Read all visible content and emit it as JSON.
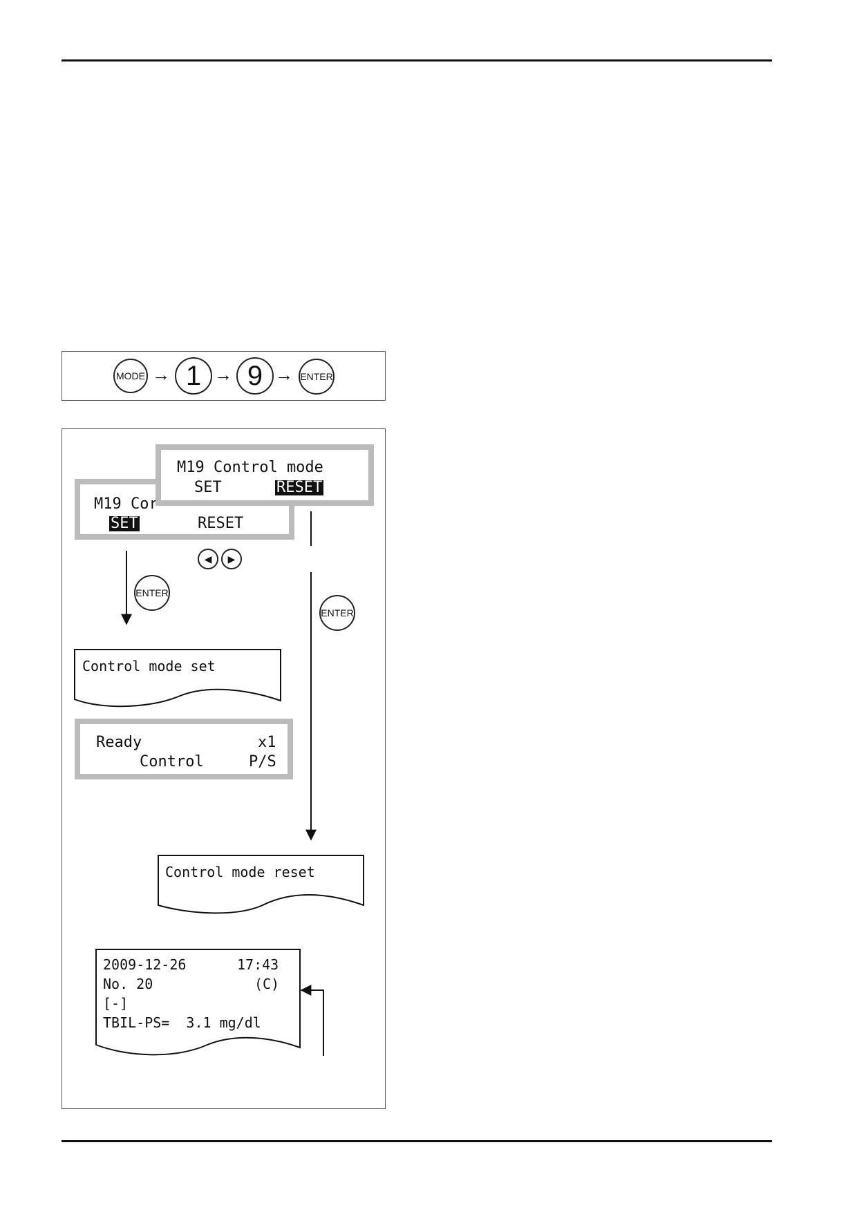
{
  "key_sequence": [
    {
      "kind": "small",
      "label": "MODE"
    },
    {
      "kind": "big",
      "label": "1"
    },
    {
      "kind": "big",
      "label": "9"
    },
    {
      "kind": "small",
      "label": "ENTER"
    }
  ],
  "lcd_reset": {
    "line1": "M19 Control mode",
    "opt_set": "SET",
    "opt_reset": "RESET"
  },
  "lcd_set": {
    "line1": "M19 Cor",
    "opt_set": "SET",
    "opt_reset": "RESET"
  },
  "nav_keys": {
    "left": "◀",
    "right": "▶"
  },
  "enter_label": "ENTER",
  "print_set": "Control mode set",
  "lcd_ready": {
    "ready": "Ready",
    "mult": "x1",
    "control": "Control",
    "ps": "P/S"
  },
  "print_reset": "Control mode reset",
  "print_result": {
    "date": "2009-12-26",
    "time": "17:43",
    "no": "No. 20",
    "flag": "(C)",
    "bracket": "[-]",
    "result": "TBIL-PS=  3.1 mg/dl"
  }
}
